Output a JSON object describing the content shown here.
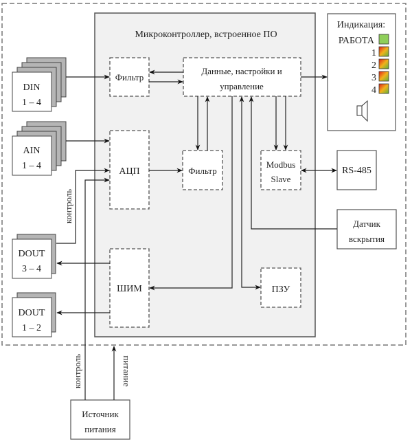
{
  "diagram": {
    "mcu_title": "Микроконтроллер, встроенное ПО",
    "blocks": {
      "filter_top": "Фильтр",
      "data_line1": "Данные, настройки и",
      "data_line2": "управление",
      "adc": "АЦП",
      "filter_mid": "Фильтр",
      "modbus_line1": "Modbus",
      "modbus_line2": "Slave",
      "pwm": "ШИМ",
      "rom": "ПЗУ"
    },
    "inputs": {
      "din_line1": "DIN",
      "din_line2": "1 – 4",
      "ain_line1": "AIN",
      "ain_line2": "1 – 4",
      "dout34_line1": "DOUT",
      "dout34_line2": "3 – 4",
      "dout12_line1": "DOUT",
      "dout12_line2": "1 – 2"
    },
    "indication": {
      "title": "Индикация:",
      "rows": [
        {
          "label": "РАБОТА",
          "color": "#8fcf5a"
        },
        {
          "label": "1",
          "color": "gradient-red-green"
        },
        {
          "label": "2",
          "color": "gradient-red-green"
        },
        {
          "label": "3",
          "color": "gradient-red-green"
        },
        {
          "label": "4",
          "color": "gradient-red-green"
        }
      ],
      "speaker_icon": "speaker-icon"
    },
    "external": {
      "rs485": "RS-485",
      "sensor_line1": "Датчик",
      "sensor_line2": "вскрытия",
      "psu_line1": "Источник",
      "psu_line2": "питания"
    },
    "labels": {
      "control_upper": "контроль",
      "control_lower": "контроль",
      "power": "питание"
    },
    "colors": {
      "mcu_fill": "#f1f1f1",
      "stack_gray": "#b5b5b5",
      "led_green": "#8fcf5a",
      "led_red": "#e23a1a",
      "led_yellow": "#f2b21b"
    }
  }
}
